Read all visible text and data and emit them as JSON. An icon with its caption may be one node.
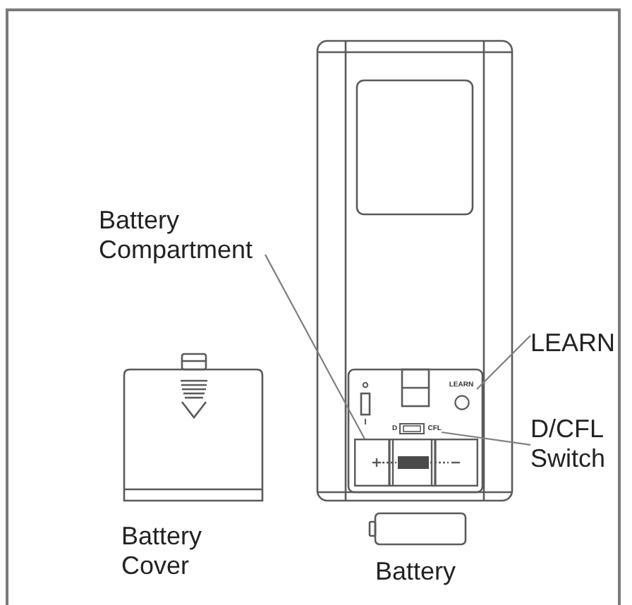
{
  "diagram": {
    "nodes": [
      {
        "text": [
          "Battery Compartment"
        ]
      },
      {
        "text": [],
        "shape": "box"
      },
      {
        "text": [
          "LEARN"
        ]
      },
      {
        "text": [
          "LEARN"
        ]
      },
      {
        "text": [
          "D/CFL Switch"
        ]
      },
      {
        "text": [
          "D",
          "CFL"
        ]
      }
    ],
    "edges": [
      {
        "from": 0,
        "to": 1,
        "arrow": "none"
      },
      {
        "from": 2,
        "to": 3,
        "arrow": "none"
      },
      {
        "from": 4,
        "to": 5,
        "arrow": "none"
      }
    ],
    "labels": [
      "Battery Cover",
      "Battery"
    ]
  }
}
